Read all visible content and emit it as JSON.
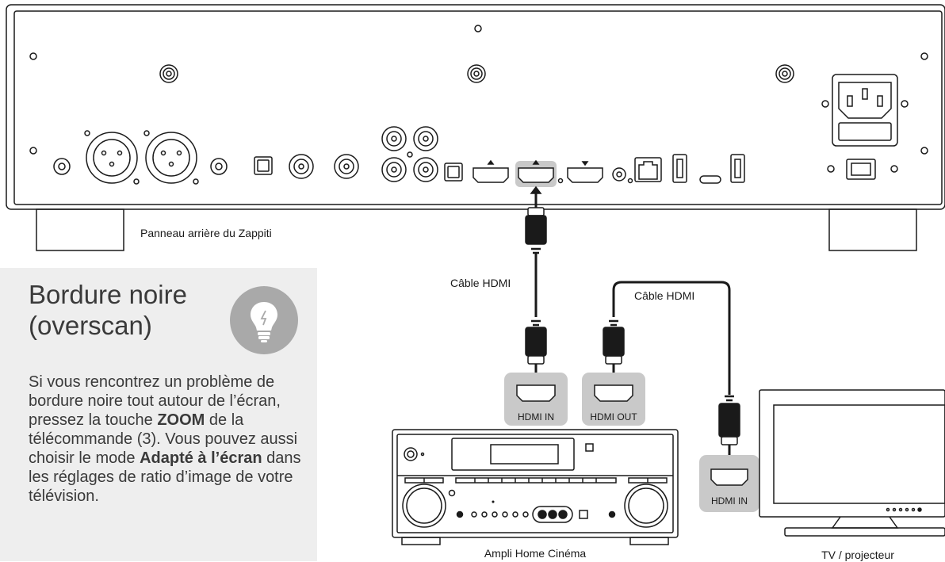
{
  "labels": {
    "rear_panel": "Panneau arrière du Zappiti",
    "cable_left": "Câble HDMI",
    "cable_right": "Câble HDMI",
    "hdmi_in": "HDMI IN",
    "hdmi_out": "HDMI OUT",
    "hdmi_in_tv": "HDMI IN",
    "amplifier": "Ampli Home Cinéma",
    "tv": "TV / projecteur"
  },
  "tip": {
    "title_line1": "Bordure noire",
    "title_line2": "(overscan)",
    "icon": "lightbulb-icon",
    "text_1": "Si vous rencontrez un problème de bordure noire tout autour de l’écran, pressez la touche ",
    "text_bold_1": "ZOOM",
    "text_2": " de la télécommande (3). Vous pouvez aussi choisir le mode ",
    "text_bold_2": "Adapté à l’écran",
    "text_3": " dans les réglages de ratio d’image de votre télévision."
  },
  "colors": {
    "stroke": "#1a1a1a",
    "highlight": "#c9c9c9",
    "tip_background": "#eeeeee",
    "tip_icon": "#a9a9a9",
    "tip_text": "#3a3a3a"
  }
}
